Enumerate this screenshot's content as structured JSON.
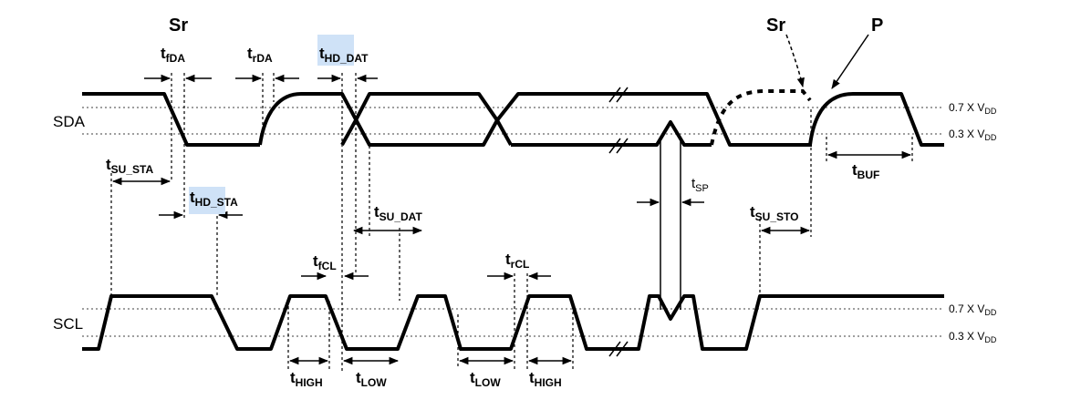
{
  "signals": {
    "sda": "SDA",
    "scl": "SCL"
  },
  "levels": {
    "high_prefix": "0.7 X V",
    "low_prefix": "0.3 X V",
    "sub": "DD"
  },
  "markers": {
    "sr_left": "Sr",
    "sr_right": "Sr",
    "p": "P"
  },
  "params": {
    "t_fda": {
      "t": "t",
      "sub": "fDA"
    },
    "t_rda": {
      "t": "t",
      "sub": "rDA"
    },
    "t_hd_dat": {
      "t": "t",
      "sub": "HD_DAT"
    },
    "t_su_sta": {
      "t": "t",
      "sub": "SU_STA"
    },
    "t_hd_sta": {
      "t": "t",
      "sub": "HD_STA"
    },
    "t_su_dat": {
      "t": "t",
      "sub": "SU_DAT"
    },
    "t_fcl": {
      "t": "t",
      "sub": "fCL"
    },
    "t_rcl": {
      "t": "t",
      "sub": "rCL"
    },
    "t_sp": {
      "t": "t",
      "sub": "SP"
    },
    "t_su_sto": {
      "t": "t",
      "sub": "SU_STO"
    },
    "t_buf": {
      "t": "t",
      "sub": "BUF"
    },
    "t_high_1": {
      "t": "t",
      "sub": "HIGH"
    },
    "t_low_1": {
      "t": "t",
      "sub": "LOW"
    },
    "t_low_2": {
      "t": "t",
      "sub": "LOW"
    },
    "t_high_2": {
      "t": "t",
      "sub": "HIGH"
    }
  },
  "colors": {
    "highlight": "#cfe2f7",
    "line": "#000000",
    "reference": "#666666"
  }
}
